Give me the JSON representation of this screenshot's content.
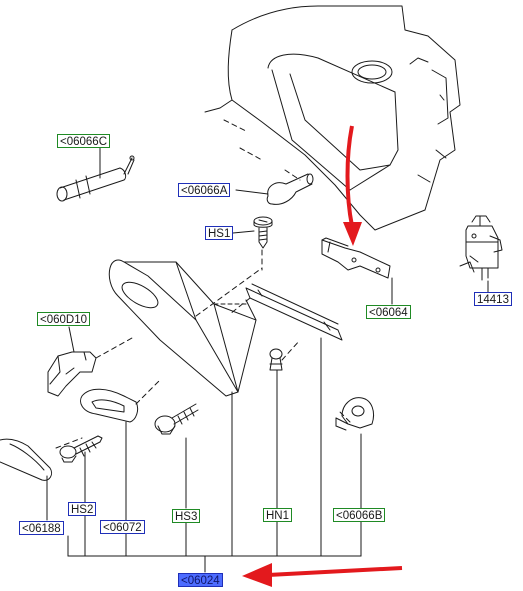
{
  "labels": {
    "p06066C": "<06066C",
    "p06066A": "<06066A",
    "pHS1": "HS1",
    "p060D10": "<060D10",
    "p06064": "<06064",
    "p14413": "14413",
    "pHS2": "HS2",
    "p06188": "<06188",
    "p06072": "<06072",
    "pHS3": "HS3",
    "pHN1": "HN1",
    "p06066B": "<06066B",
    "p06024": "<06024"
  },
  "colors": {
    "green_border": "#1f8a24",
    "blue_border": "#1f2fb8",
    "highlight_fill": "#4d6cff",
    "arrow": "#e3191d",
    "line": "#1a1a1a"
  }
}
